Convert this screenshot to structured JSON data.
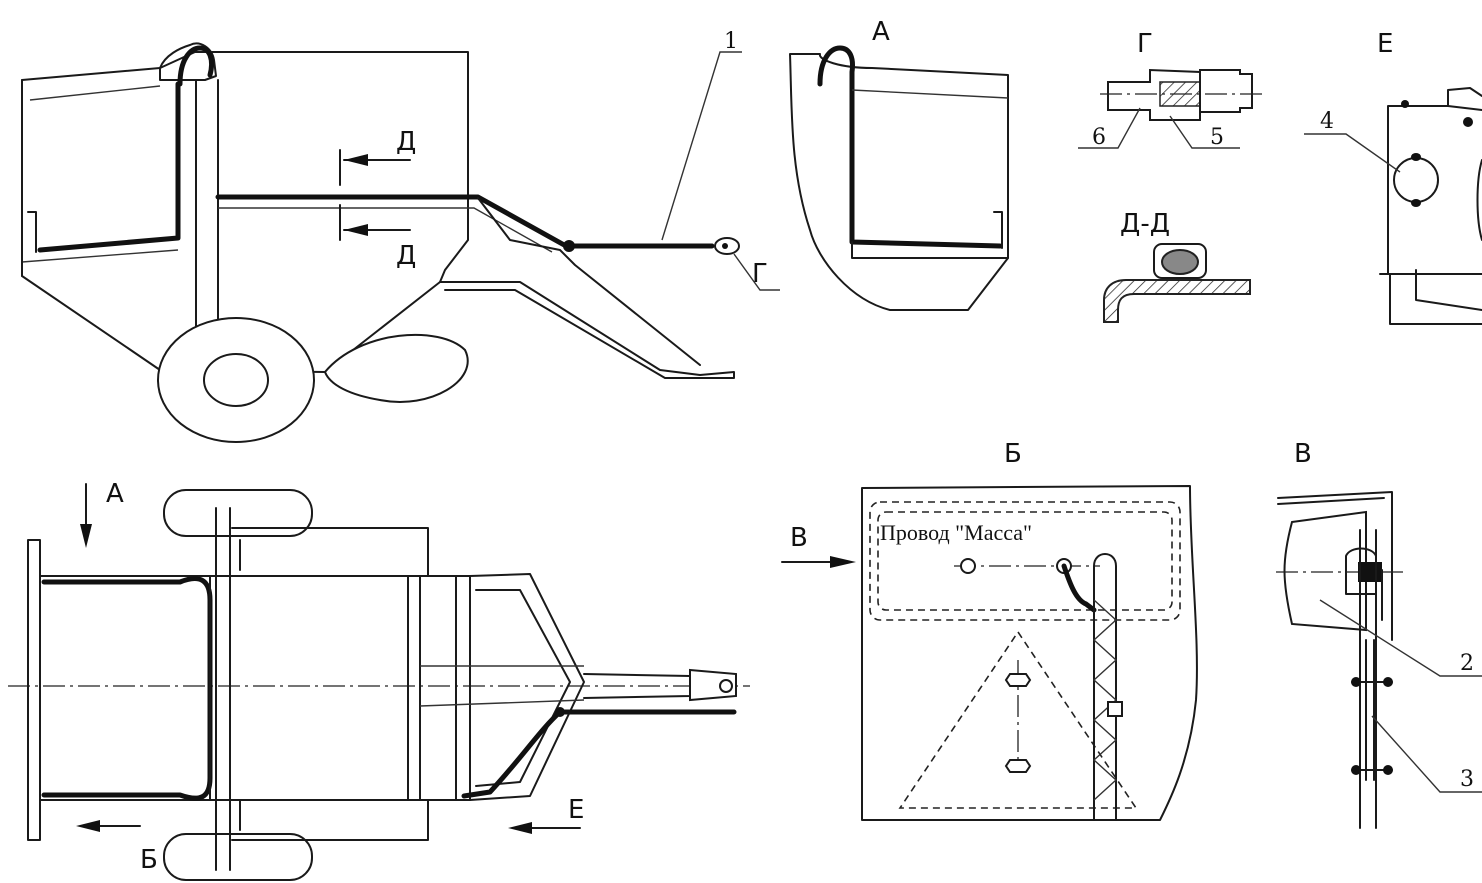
{
  "labels": {
    "view_a": "А",
    "view_b": "Б",
    "view_v": "В",
    "view_g": "Г",
    "view_e": "Е",
    "section_d": "Д",
    "section_dd": "Д-Д",
    "ground_wire": "Провод \"Масса\""
  },
  "callouts": {
    "c1": "1",
    "c2": "2",
    "c3": "3",
    "c4": "4",
    "c5": "5",
    "c6": "6"
  }
}
